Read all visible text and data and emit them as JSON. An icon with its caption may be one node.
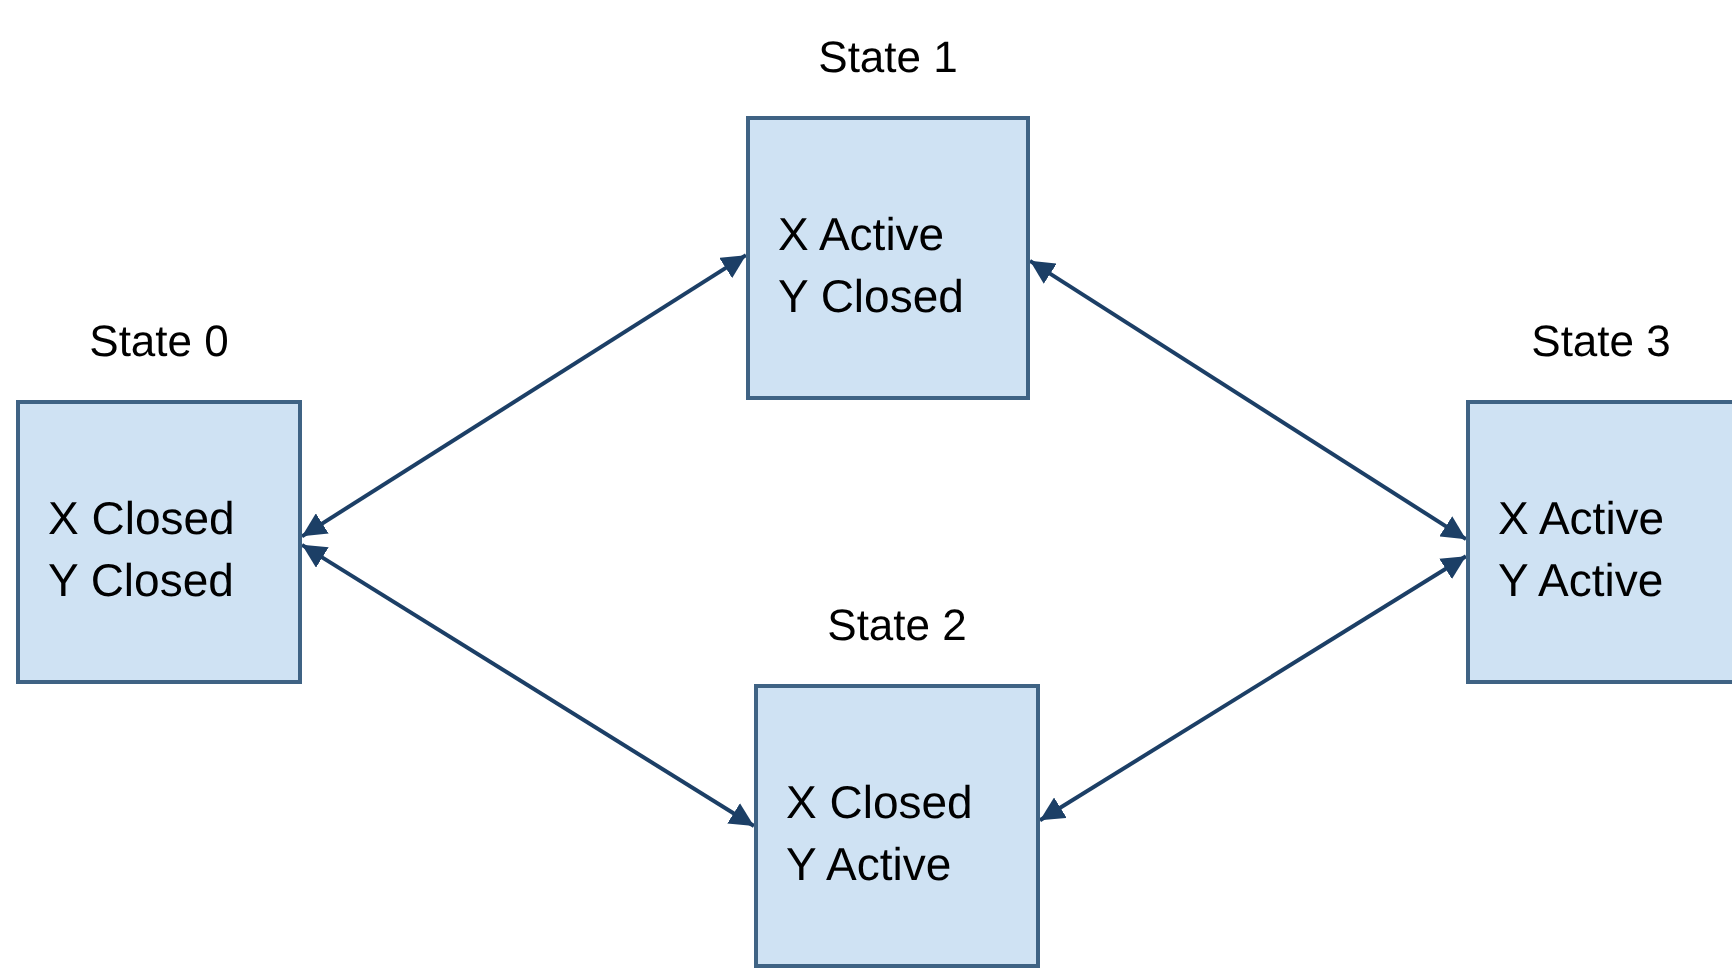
{
  "diagram": {
    "nodes": [
      {
        "text": [
          "State 0",
          "X Closed",
          "Y Closed"
        ]
      },
      {
        "text": [
          "State 1",
          "X Active",
          "Y Closed"
        ]
      },
      {
        "text": [
          "State 2",
          "X Closed",
          "Y Active"
        ]
      },
      {
        "text": [
          "State 3",
          "X Active",
          "Y Active"
        ]
      }
    ],
    "edges": [
      {
        "from": 0,
        "to": 1,
        "arrow": "both"
      },
      {
        "from": 0,
        "to": 2,
        "arrow": "both"
      },
      {
        "from": 1,
        "to": 3,
        "arrow": "both"
      },
      {
        "from": 2,
        "to": 3,
        "arrow": "both"
      }
    ]
  }
}
